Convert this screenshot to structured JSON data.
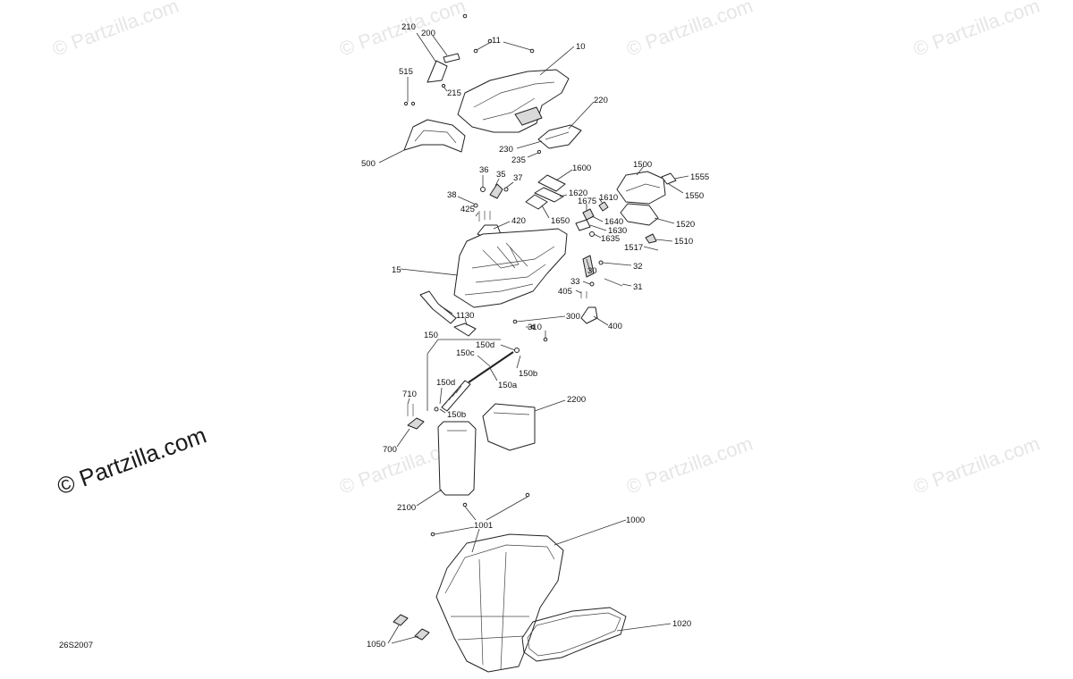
{
  "watermark": {
    "faint": "© Partzilla.com",
    "main": "© Partzilla.com"
  },
  "diagram_code": "26S2007",
  "callouts": {
    "p10": "10",
    "p11": "11",
    "p15": "15",
    "p30": "30",
    "p31": "31",
    "p32": "32",
    "p33": "33",
    "p35": "35",
    "p36": "36",
    "p37": "37",
    "p38": "38",
    "p150": "150",
    "p150a": "150a",
    "p150b_1": "150b",
    "p150b_2": "150b",
    "p150c": "150c",
    "p150d_1": "150d",
    "p150d_2": "150d",
    "p200": "200",
    "p210": "210",
    "p215": "215",
    "p220": "220",
    "p230": "230",
    "p235": "235",
    "p300": "300",
    "p310": "310",
    "p400": "400",
    "p405": "405",
    "p420": "420",
    "p425": "425",
    "p500": "500",
    "p515": "515",
    "p700": "700",
    "p710": "710",
    "p1000": "1000",
    "p1001": "1001",
    "p1020": "1020",
    "p1050": "1050",
    "p1130": "1130",
    "p1500": "1500",
    "p1510": "1510",
    "p1517": "1517",
    "p1520": "1520",
    "p1550": "1550",
    "p1555": "1555",
    "p1600": "1600",
    "p1610": "1610",
    "p1620": "1620",
    "p1630": "1630",
    "p1635": "1635",
    "p1640": "1640",
    "p1650": "1650",
    "p1675": "1675",
    "p2100": "2100",
    "p2200": "2200"
  },
  "colors": {
    "line": "#222222",
    "watermark": "#e6e6e6",
    "background": "#ffffff"
  }
}
